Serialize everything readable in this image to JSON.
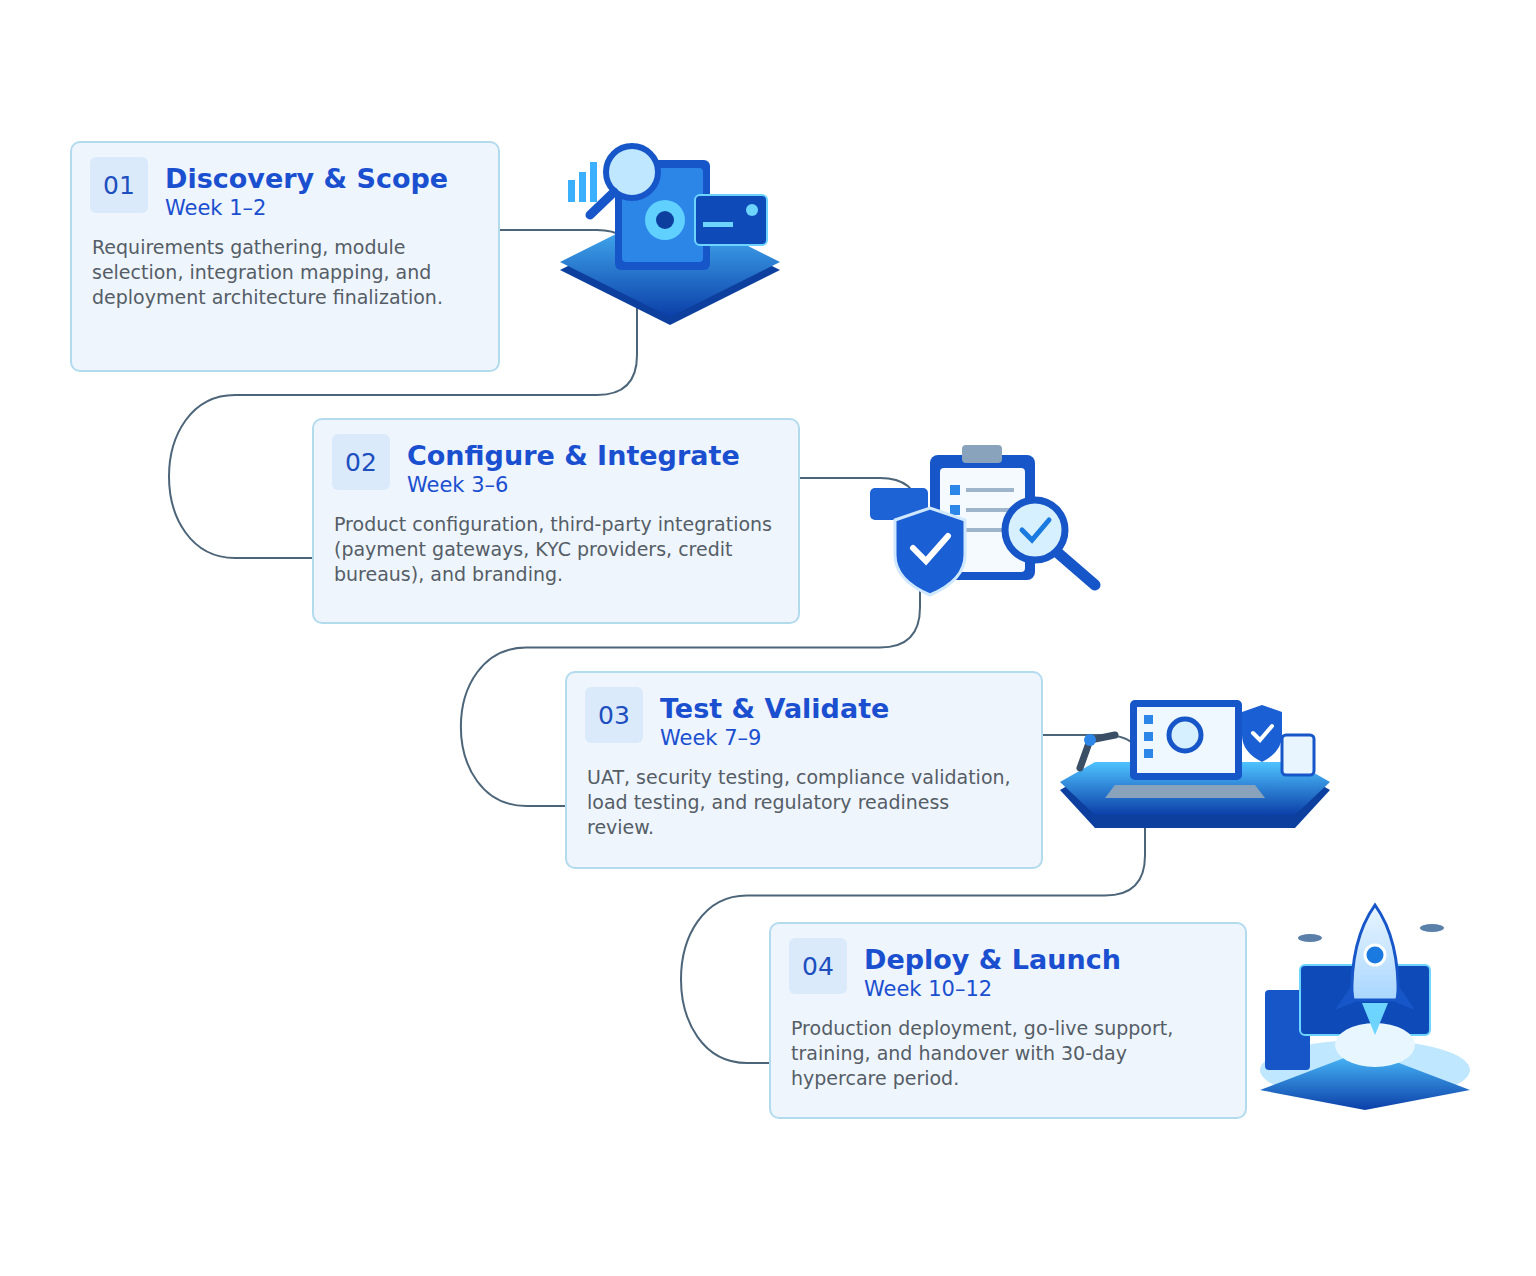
{
  "diagram": {
    "nodes": [
      {
        "text": [
          "Discovery & Scope",
          "Week 1–2",
          "Requirements gathering, module selection, integration mapping, and deployment architecture finalization."
        ]
      },
      {
        "text": [
          "01"
        ],
        "in": 0
      },
      {
        "text": [
          "Configure & Integrate",
          "Week 3–6",
          "Product configuration, third-party integrations (payment gateways, KYC providers, credit bureaus), and branding."
        ]
      },
      {
        "text": [
          "02"
        ],
        "in": 2
      },
      {
        "text": [
          "Test & Validate",
          "Week 7–9",
          "UAT, security testing, compliance validation, load testing, and regulatory readiness review."
        ]
      },
      {
        "text": [
          "03"
        ],
        "in": 4
      },
      {
        "text": [
          "Deploy & Launch",
          "Week 10–12",
          "Production deployment, go-live support, training, and handover with 30-day hypercare period."
        ]
      },
      {
        "text": [
          "04"
        ],
        "in": 6
      }
    ],
    "edges": [
      {
        "from": 0,
        "to": 2,
        "arrow": "none"
      },
      {
        "from": 2,
        "to": 4,
        "arrow": "none"
      },
      {
        "from": 4,
        "to": 6,
        "arrow": "none"
      }
    ]
  }
}
